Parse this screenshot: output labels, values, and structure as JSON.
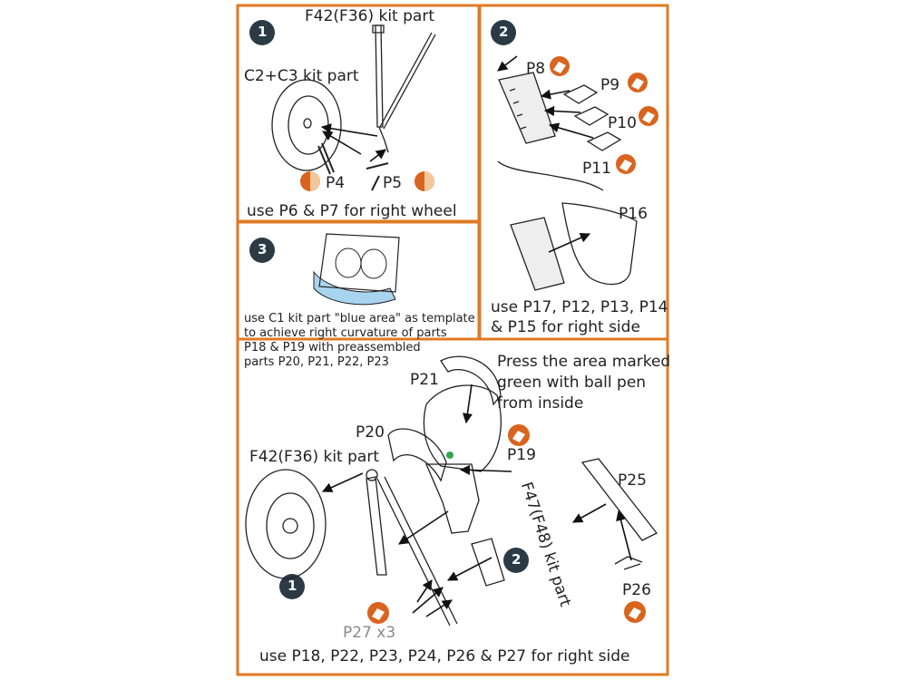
{
  "steps": [
    {
      "number": "1"
    },
    {
      "number": "2"
    },
    {
      "number": "3"
    },
    {
      "number": "2"
    },
    {
      "number": "1"
    }
  ],
  "panel1": {
    "strut_label": "F42(F36) kit part",
    "wheel_label": "C2+C3 kit part",
    "p4": "P4",
    "p5": "P5",
    "note": "use P6 & P7 for right wheel"
  },
  "panel2": {
    "p8": "P8",
    "p9": "P9",
    "p10": "P10",
    "p11": "P11",
    "p16": "P16",
    "note_line1": "use P17, P12, P13, P14",
    "note_line2": "& P15 for right side"
  },
  "panel3": {
    "note_lines": [
      "use C1 kit part \"blue area\" as template",
      "to achieve right curvature of parts",
      "P18 & P19 with preassembled",
      "parts P20, P21, P22, P23"
    ]
  },
  "panel4": {
    "press_lines": [
      "Press the area marked",
      "green with ball pen",
      "from inside"
    ],
    "p21": "P21",
    "p20": "P20",
    "p19": "P19",
    "strut_label": "F42(F36) kit part",
    "f47_label": "F47(F48) kit part",
    "p25": "P25",
    "p26": "P26",
    "p27": "P27 x3",
    "note": "use P18, P22, P23, P24, P26 & P27 for right side"
  },
  "colors": {
    "frame": "#e07a23",
    "badge": "#2b3a44",
    "badge_text": "#ffffff",
    "icon_orange": "#d9641e",
    "template_blue": "#a9d4ef",
    "press_green": "#2fa84f"
  },
  "icons": [
    "photo-etch-brass-icon",
    "photo-etch-half-icon"
  ]
}
